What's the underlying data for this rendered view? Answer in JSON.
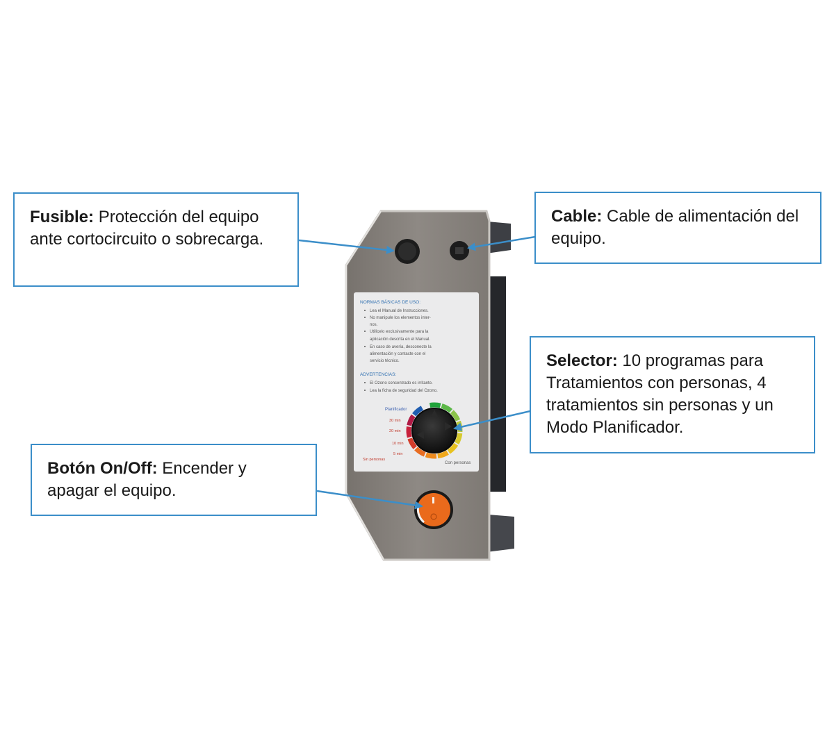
{
  "callouts": {
    "fusible": {
      "title": "Fusible:",
      "text": "Protección del equipo ante cortocircuito o sobrecarga."
    },
    "cable": {
      "title": "Cable:",
      "text": "Cable de alimentación del equipo."
    },
    "selector": {
      "title": "Selector:",
      "text": "10 programas para Tratamientos con personas, 4 tratamientos sin personas y un Modo Planificador."
    },
    "boton": {
      "title": "Botón On/Off:",
      "text": "Encender y apagar el equipo."
    }
  },
  "label_sheet": {
    "normas_title": "NORMAS BÁSICAS DE USO:",
    "normas": [
      "Lea el Manual de Instrucciones.",
      "No manipule los elementos inter-",
      "nos.",
      "Utilícelo exclusivamente para la",
      "aplicación descrita en el Manual.",
      "En caso de avería, desconecte la",
      "alimentación y contacte con el",
      "servicio técnico."
    ],
    "advertencias_title": "ADVERTENCIAS:",
    "advertencias": [
      "El Ozono concentrado es irritante.",
      "Lea la ficha de seguridad del Ozono."
    ],
    "dial": {
      "planificador": "Planificador",
      "m30": "30 min",
      "m20": "20 min",
      "m10": "10 min",
      "m5": "5 min",
      "sin_personas": "Sin personas",
      "con_personas": "Con personas"
    }
  },
  "colors": {
    "callout_border": "#3b8ec9",
    "arrow": "#3b8ec9",
    "panel": "#8c8782",
    "power_button": "#ea6a1c"
  }
}
